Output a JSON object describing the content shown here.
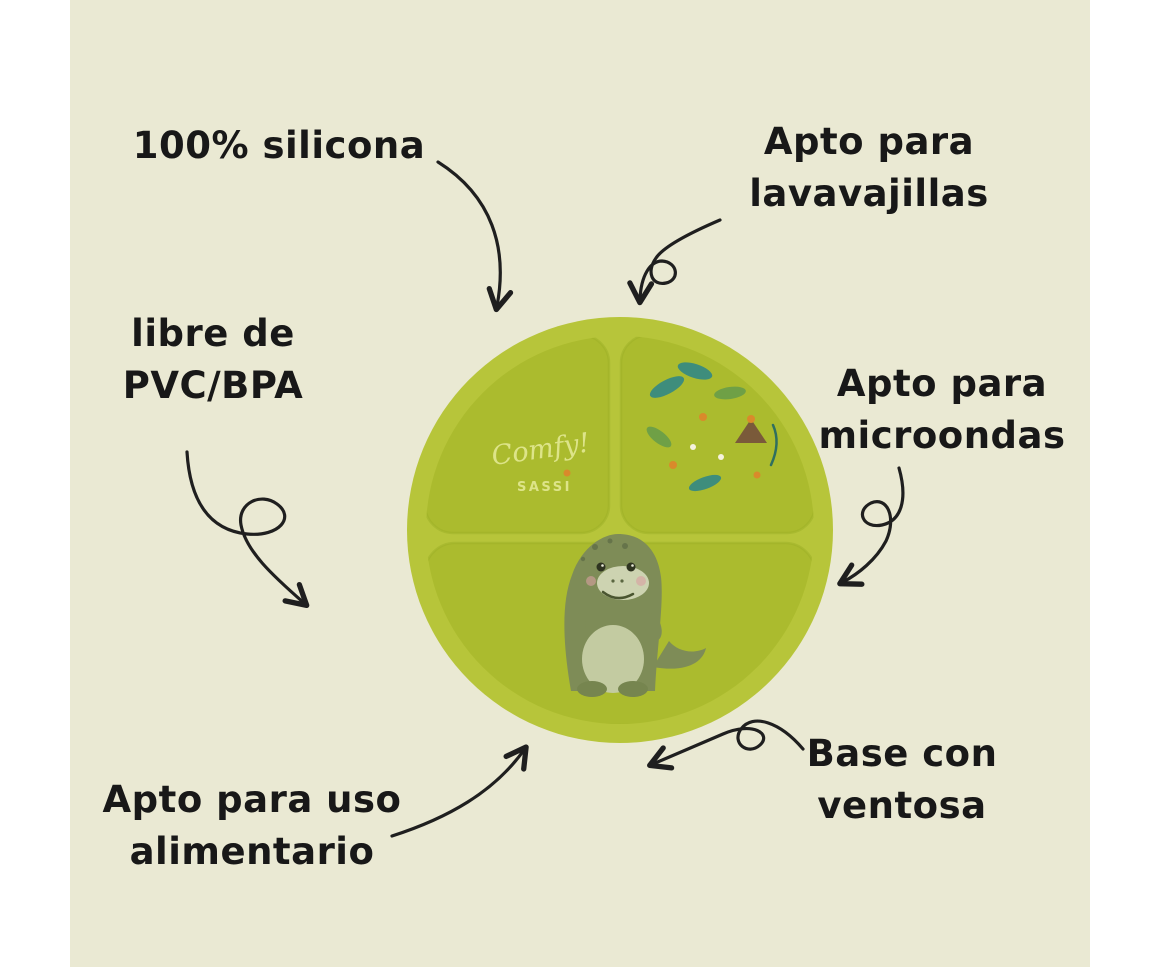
{
  "canvas": {
    "page_background": "#ffffff",
    "background": "#eae9d3"
  },
  "labels": {
    "silicona": {
      "line1": "100% silicona"
    },
    "lavavajillas": {
      "line1": "Apto para",
      "line2": "lavavajillas"
    },
    "pvc_bpa": {
      "line1": "libre de",
      "line2": "PVC/BPA"
    },
    "microondas": {
      "line1": "Apto para",
      "line2": "microondas"
    },
    "uso_alimentario": {
      "line1": "Apto para uso",
      "line2": "alimentario"
    },
    "ventosa": {
      "line1": "Base con",
      "line2": "ventosa"
    }
  },
  "plate": {
    "logo_script": "Comfy!",
    "logo_brand": "SASSI",
    "colors": {
      "plate_green": "#b7c53a",
      "well_green": "#abbb2e",
      "well_edge": "#9fb028",
      "logo_text": "#dde489",
      "dino_body": "#7e8c57",
      "dino_belly": "#c3cba1",
      "dino_snout": "#cdd3b1",
      "pattern_teal": "#3e8d7c",
      "pattern_green": "#6fa046",
      "pattern_orange": "#d98a2b"
    }
  },
  "arrows": {
    "color": "#1f1f1f"
  }
}
